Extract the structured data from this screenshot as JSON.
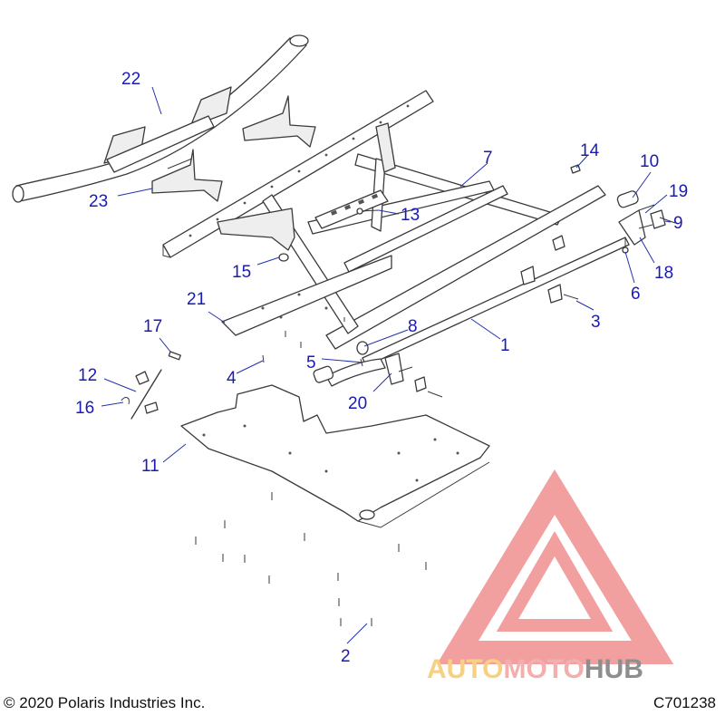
{
  "footer": {
    "copyright": "© 2020 Polaris Industries Inc.",
    "figure_code": "C701238"
  },
  "watermark": {
    "word_a": "AUTO",
    "word_b": "MOTO",
    "word_c": "HUB",
    "color_a": "#f5c86e",
    "color_b": "#f2a0a0",
    "color_c": "#7b7b7b",
    "logo_color": "#ef8f8f"
  },
  "callouts": [
    {
      "id": "1",
      "label": "1"
    },
    {
      "id": "2",
      "label": "2"
    },
    {
      "id": "3",
      "label": "3"
    },
    {
      "id": "4",
      "label": "4"
    },
    {
      "id": "5",
      "label": "5"
    },
    {
      "id": "6",
      "label": "6"
    },
    {
      "id": "7",
      "label": "7"
    },
    {
      "id": "8",
      "label": "8"
    },
    {
      "id": "9",
      "label": "9"
    },
    {
      "id": "10",
      "label": "10"
    },
    {
      "id": "11",
      "label": "11"
    },
    {
      "id": "12",
      "label": "12"
    },
    {
      "id": "13",
      "label": "13"
    },
    {
      "id": "14",
      "label": "14"
    },
    {
      "id": "15",
      "label": "15"
    },
    {
      "id": "16",
      "label": "16"
    },
    {
      "id": "17",
      "label": "17"
    },
    {
      "id": "18",
      "label": "18"
    },
    {
      "id": "19",
      "label": "19"
    },
    {
      "id": "20",
      "label": "20"
    },
    {
      "id": "21",
      "label": "21"
    },
    {
      "id": "22",
      "label": "22"
    },
    {
      "id": "23",
      "label": "23"
    }
  ]
}
